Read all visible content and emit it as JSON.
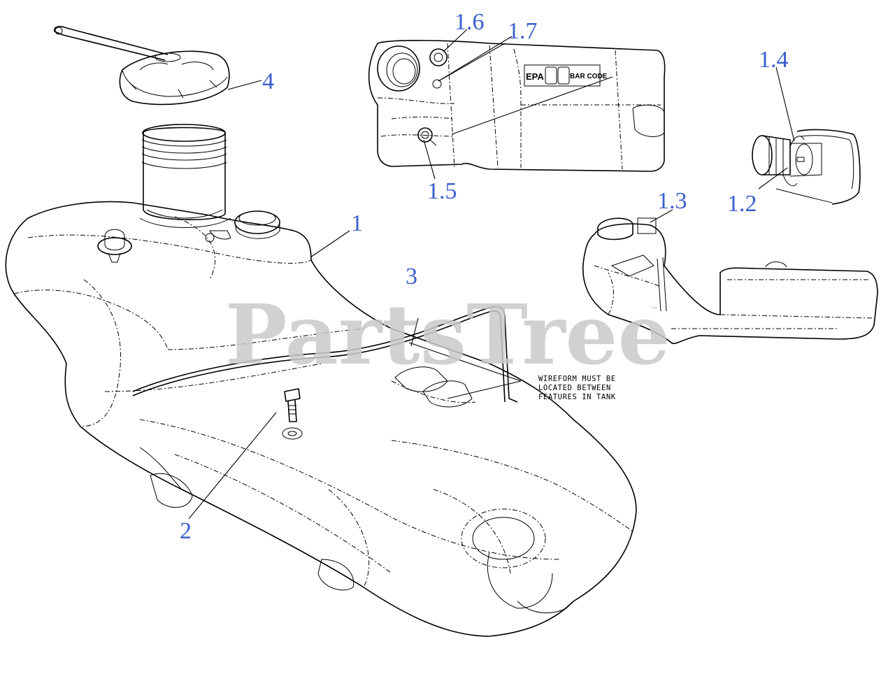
{
  "watermark": {
    "text": "PartsTree",
    "trademark": "™"
  },
  "note": {
    "lines": [
      "WIREFORM MUST BE",
      "LOCATED BETWEEN",
      "FEATURES IN TANK"
    ]
  },
  "callouts": {
    "c1": "1",
    "c1_2": "1.2",
    "c1_3": "1.3",
    "c1_4": "1.4",
    "c1_5": "1.5",
    "c1_6": "1.6",
    "c1_7": "1.7",
    "c2": "2",
    "c3": "3",
    "c4": "4"
  },
  "tank_label": {
    "epa": "EPA",
    "barcode": "BAR CODE"
  },
  "colors": {
    "callout": "#3a5fcd",
    "watermark": "#c9c9c9",
    "line": "#000000"
  }
}
